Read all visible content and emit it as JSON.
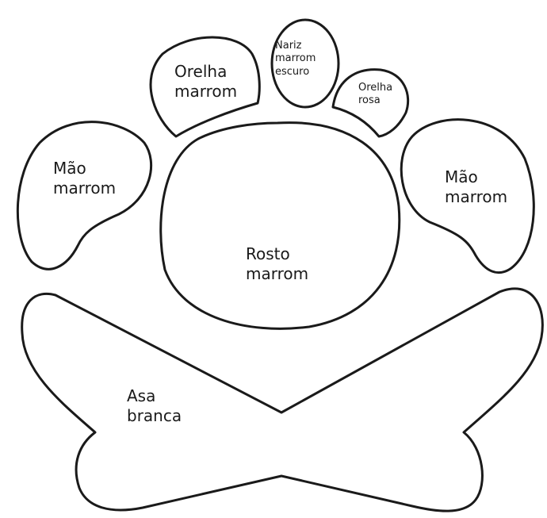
{
  "pieces": {
    "left_ear": {
      "line1": "Orelha",
      "line2": "marrom"
    },
    "nose": {
      "line1": "Nariz",
      "line2": "marrom",
      "line3": "escuro"
    },
    "right_ear": {
      "line1": "Orelha",
      "line2": "rosa"
    },
    "left_hand": {
      "line1": "Mão",
      "line2": "marrom"
    },
    "right_hand": {
      "line1": "Mão",
      "line2": "marrom"
    },
    "face": {
      "line1": "Rosto",
      "line2": "marrom"
    },
    "wings": {
      "line1": "Asa",
      "line2": "branca"
    }
  }
}
